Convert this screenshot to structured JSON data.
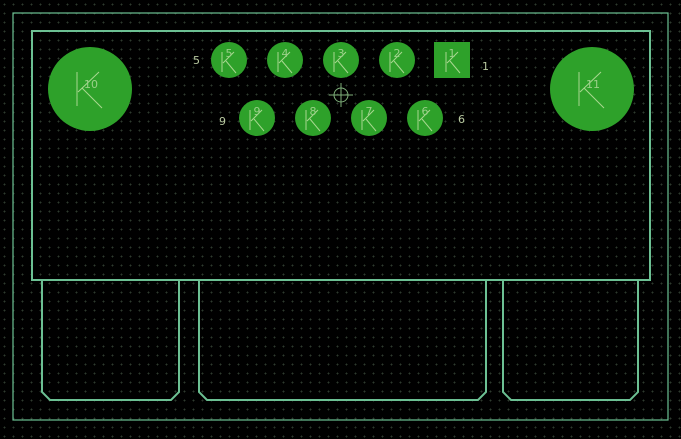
{
  "colors": {
    "background": "#000000",
    "outline": "#6cc093",
    "pad_fill": "#2ea12a",
    "pad_glyph": "#a8d890",
    "silk": "#b8c9a0",
    "crosshair": "#7fb07a"
  },
  "pads": {
    "small_round": [
      "5",
      "4",
      "3",
      "2",
      "9",
      "8",
      "7",
      "6"
    ],
    "square": "1",
    "mounting": [
      "10",
      "11"
    ]
  },
  "silk_labels": [
    "5",
    "1",
    "9",
    "6"
  ]
}
